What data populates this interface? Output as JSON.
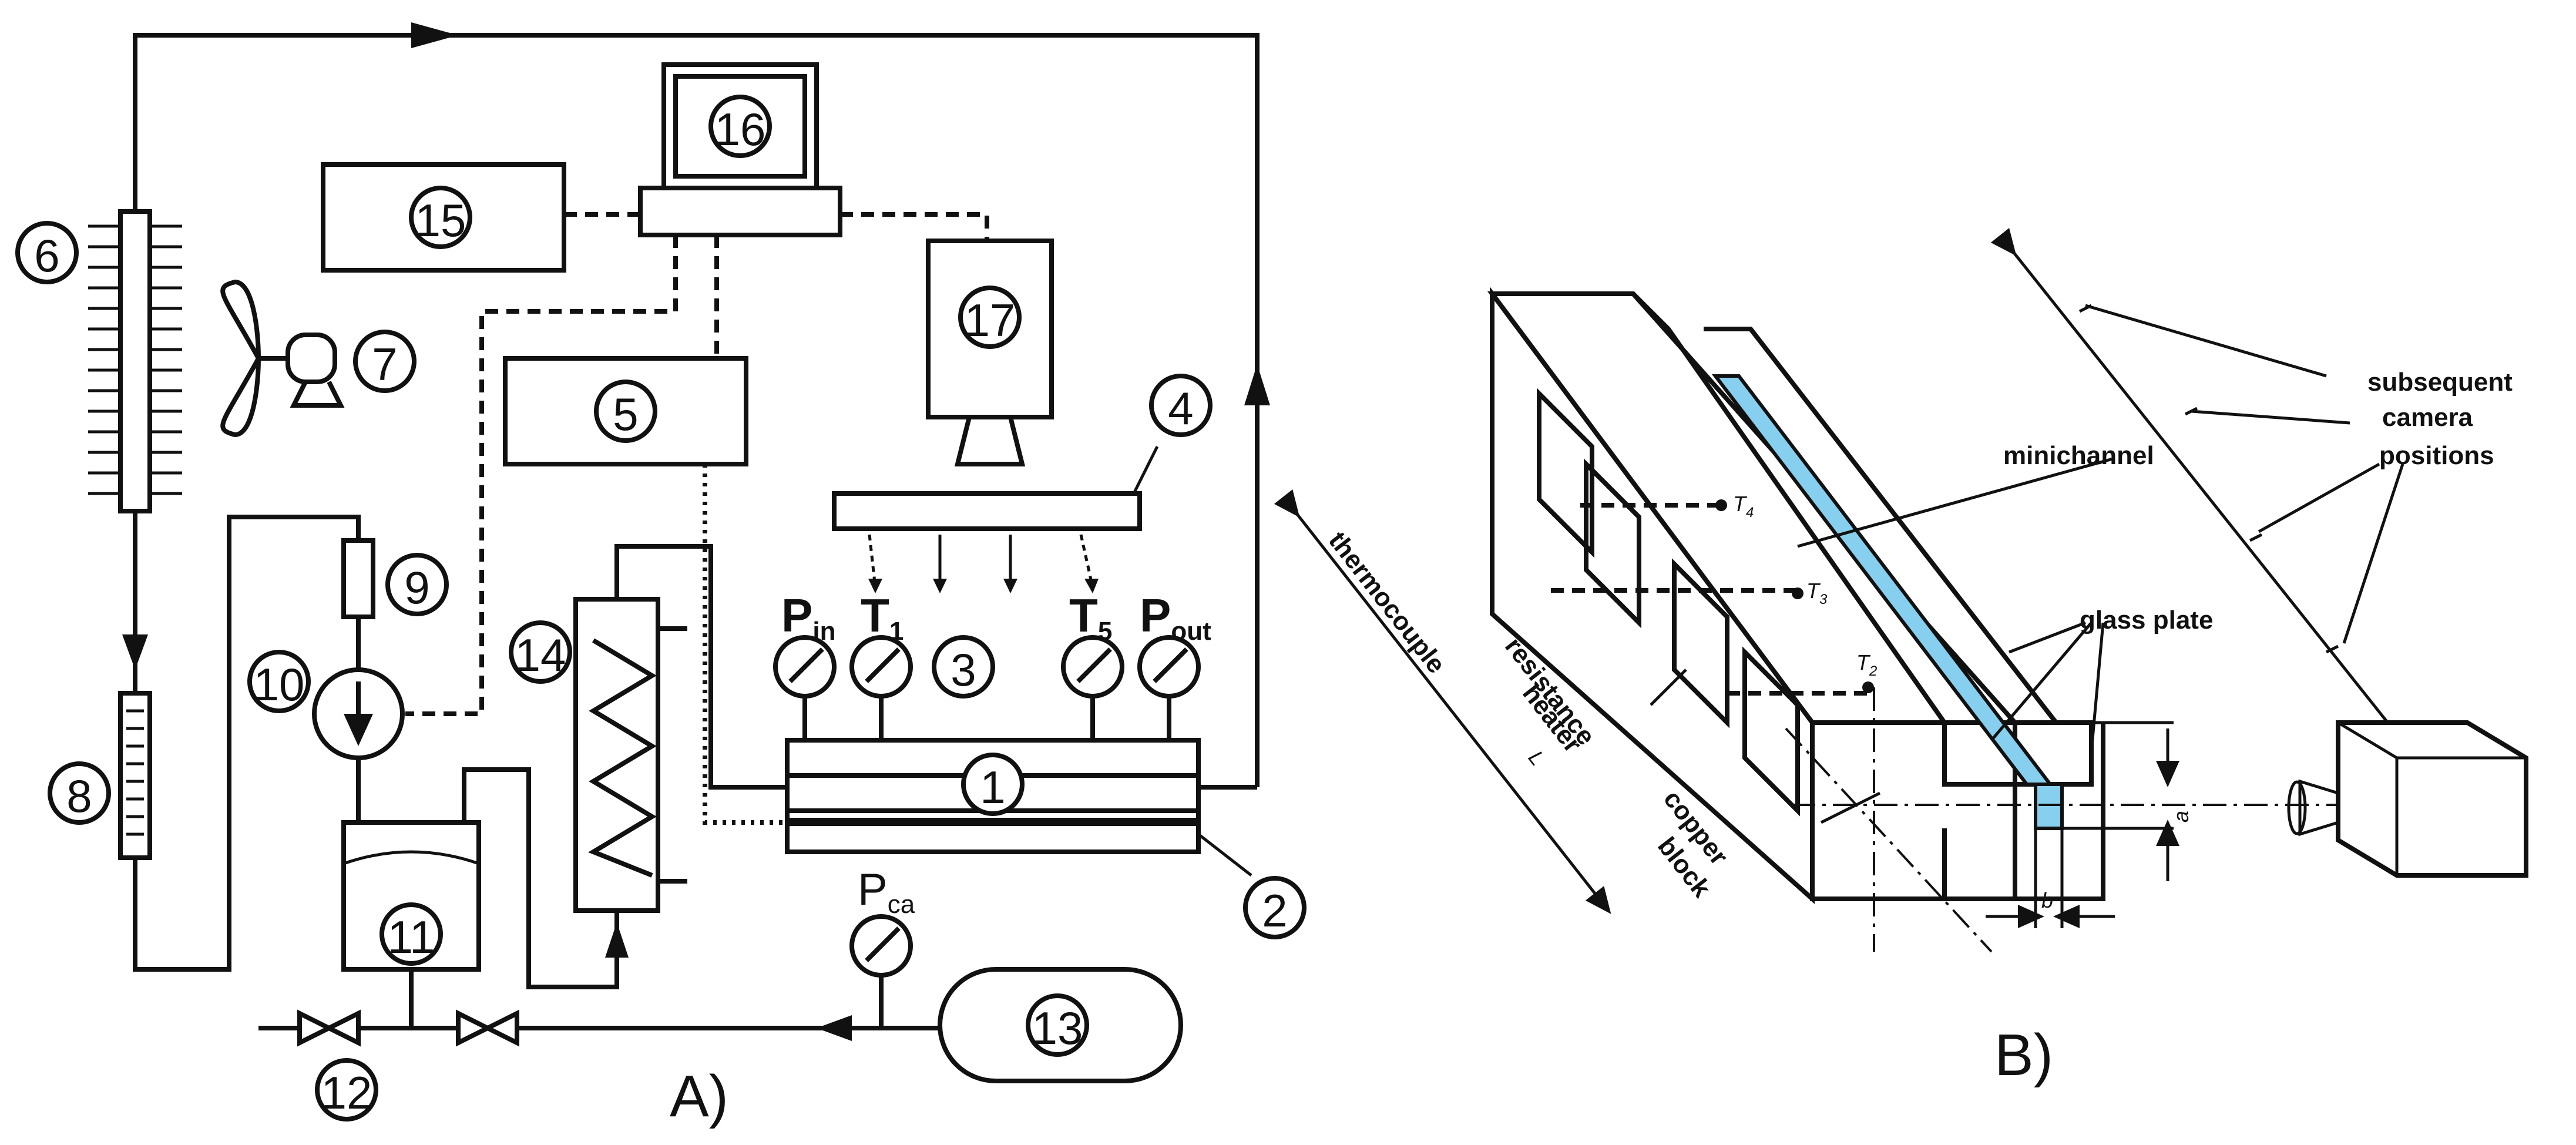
{
  "panel_a": {
    "label": "A)",
    "components": [
      "1",
      "2",
      "3",
      "4",
      "5",
      "6",
      "7",
      "8",
      "9",
      "10",
      "11",
      "12",
      "13",
      "14",
      "15",
      "16",
      "17"
    ],
    "gauges": {
      "p_in": "P",
      "p_in_sub": "in",
      "t1": "T",
      "t1_sub": "1",
      "t5": "T",
      "t5_sub": "5",
      "p_out": "P",
      "p_out_sub": "out",
      "p_ca": "P",
      "p_ca_sub": "ca"
    }
  },
  "panel_b": {
    "label": "B)",
    "labels": {
      "minichannel": "minichannel",
      "glass_plate": "glass plate",
      "subsequent": "subsequent",
      "camera": "camera",
      "positions": "positions",
      "thermocouple": "thermocouple",
      "length": "L",
      "resistance": "resistance",
      "heater": "heater",
      "copper": "copper",
      "block": "block",
      "dim_a": "a",
      "dim_b": "b",
      "t2": "T",
      "t2_sub": "2",
      "t3": "T",
      "t3_sub": "3",
      "t4": "T",
      "t4_sub": "4"
    },
    "colors": {
      "minichannel_fill": "#87cfee"
    }
  }
}
